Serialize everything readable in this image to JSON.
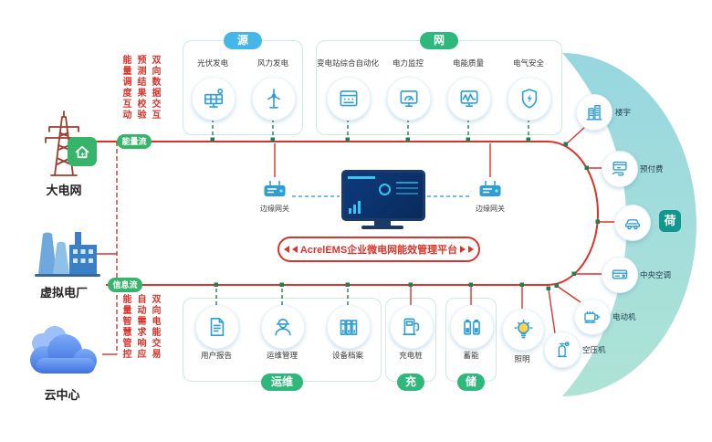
{
  "left_panel": {
    "entities": [
      {
        "label": "大电网",
        "icon": "transmission-tower"
      },
      {
        "label": "虚拟电厂",
        "icon": "virtual-power-plant"
      },
      {
        "label": "云中心",
        "icon": "cloud-center"
      }
    ],
    "energy_flow_label": "能量流",
    "info_flow_label": "信息流",
    "top_notes": [
      "能量调度互动",
      "预测结果校验",
      "双向数据交互"
    ],
    "bottom_notes": [
      "能量智慧管控",
      "自动需求响应",
      "双向电能交易"
    ]
  },
  "sections": {
    "source": {
      "title": "源",
      "items": [
        {
          "label": "光伏发电",
          "icon": "solar-panel"
        },
        {
          "label": "风力发电",
          "icon": "wind-turbine"
        }
      ]
    },
    "grid": {
      "title": "网",
      "items": [
        {
          "label": "变电站综合自动化",
          "icon": "substation-automation"
        },
        {
          "label": "电力监控",
          "icon": "power-monitoring"
        },
        {
          "label": "电能质量",
          "icon": "power-quality"
        },
        {
          "label": "电气安全",
          "icon": "electrical-safety"
        }
      ]
    },
    "load": {
      "title": "荷",
      "items": [
        {
          "label": "楼宇",
          "icon": "buildings"
        },
        {
          "label": "预付费",
          "icon": "prepaid-payment"
        },
        {
          "icon": "electric-car"
        },
        {
          "label": "中央空调",
          "icon": "central-air-conditioner"
        },
        {
          "label": "电动机",
          "icon": "electric-motor"
        },
        {
          "label": "空压机",
          "icon": "air-compressor"
        }
      ]
    },
    "operation": {
      "title": "运维",
      "items": [
        {
          "label": "用户报告",
          "icon": "user-report"
        },
        {
          "label": "运维管理",
          "icon": "om-management"
        },
        {
          "label": "设备档案",
          "icon": "equipment-archive"
        }
      ]
    },
    "charging": {
      "title": "充",
      "items": [
        {
          "label": "充电桩",
          "icon": "charging-pile"
        }
      ]
    },
    "storage": {
      "title": "储",
      "items": [
        {
          "label": "蓄能",
          "icon": "battery-storage"
        }
      ]
    },
    "lighting": {
      "label": "照明",
      "icon": "light-bulb"
    }
  },
  "center": {
    "banner": "AcrelEMS企业微电网能效管理平台",
    "gateway_left": "边缘网关",
    "gateway_right": "边缘网关"
  },
  "colors": {
    "bus_red": "#d9342b",
    "section_green": "#2eb87c",
    "section_blue": "#45b6e8",
    "arc_teal": "#9ad6da",
    "icon_blue": "#2e9ed6",
    "connector_green": "#1e7f52",
    "flow_pill_green": "#35b46a",
    "gateway_link_blue": "#45a7e6"
  }
}
